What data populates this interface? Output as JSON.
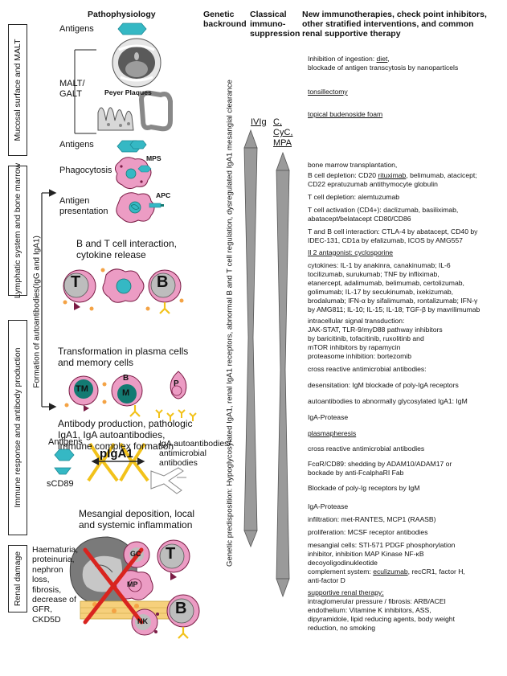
{
  "headers": {
    "pathophysiology": "Pathophysiology",
    "genetic": [
      "Genetic",
      "backround"
    ],
    "classical": [
      "Classical",
      "immuno-",
      "suppression"
    ],
    "therapy": [
      "New immunotherapies, check point inhibitors,",
      "other stratified interventions, and common",
      "renal supportive therapy"
    ]
  },
  "stages": {
    "mucosal": "Mucosal  surface and MALT",
    "lymphatic": "Lymphatic system and bone marrow",
    "immune": "Immune response and antibody production",
    "renal": "Renal damage"
  },
  "formation_label": "Formation of autoantibodies(IgG and IgA1)",
  "genetic_label": "Genetic predisposition: Hypoglycosylated IgA1, renal IgA1 receptors, abnormal B and T cell regulation, dysregulated IgA1 mesangial clearance",
  "patho": {
    "antigens_top": "Antigens",
    "malt": [
      "MALT/",
      "GALT"
    ],
    "peyer": "Peyer Plaques",
    "antigens_mid": "Antigens",
    "mps": "MPS",
    "phagocytosis": "Phagocytosis",
    "apc": "APC",
    "antigen_pres": [
      "Antigen",
      "presentation"
    ],
    "bt_interaction": [
      "B  and T cell interaction,",
      "cytokine release"
    ],
    "cell_t": "T",
    "cell_b": "B",
    "transformation": [
      "Transformation in plasma cells",
      "and memory cells"
    ],
    "cell_tm": "TM",
    "cell_bm_b": "B",
    "cell_bm_m": "M",
    "cell_p": "P",
    "antibody": [
      "Antibody production, pathologic",
      "IgA1, IgA autoantibodies,",
      "immune complex formation"
    ],
    "antigens_low": "Antigens",
    "piga1": "pIgA1",
    "scd89": "sCD89",
    "iga_auto": [
      "IgA autoantibodies/",
      "antimicrobial",
      "antibodies"
    ],
    "mesangial": [
      "Mesangial deposition, local",
      "and systemic inflammation"
    ],
    "renal_text": [
      "Haematuria,",
      "proteinuria,",
      "nephron",
      "loss,",
      "fibrosis,",
      "decrease of",
      "GFR,",
      "CKD5D"
    ],
    "gc": "GC",
    "mp": "MP",
    "nk": "NK",
    "cell_t2": "T",
    "cell_b2": "B"
  },
  "classical": {
    "ivig": "IVIg",
    "c_cyc_mpa": [
      "C,",
      "CyC,",
      "MPA"
    ]
  },
  "therapy": [
    {
      "parts": [
        {
          "t": "Inhibition of ingestion: "
        },
        {
          "t": "diet",
          "u": true
        },
        {
          "t": ","
        }
      ]
    },
    {
      "parts": [
        {
          "t": "blockade of antigen transcytosis by nanoparticels"
        }
      ]
    },
    {
      "parts": [
        {
          "t": "tonsillectomy",
          "u": true
        }
      ]
    },
    {
      "parts": [
        {
          "t": "topical budenoside foam",
          "u": true
        }
      ]
    },
    {
      "parts": [
        {
          "t": "bone marrow transplantation,"
        }
      ]
    },
    {
      "parts": [
        {
          "t": "B cell depletion: CD20 "
        },
        {
          "t": "rituximab",
          "u": true
        },
        {
          "t": ", belimumab, atacicept;"
        }
      ]
    },
    {
      "parts": [
        {
          "t": "CD22 epratuzumab  antithymocyte globulin"
        }
      ]
    },
    {
      "parts": [
        {
          "t": "T cell depletion: alemtuzumab"
        }
      ]
    },
    {
      "parts": [
        {
          "t": "T cell activation (CD4+): daclizumab, basiliximab,"
        }
      ]
    },
    {
      "parts": [
        {
          "t": "abatacept/belatacept CD80/CD86"
        }
      ]
    },
    {
      "parts": [
        {
          "t": "T and B cell interaction: CTLA-4 by abatacept, CD40 by"
        }
      ]
    },
    {
      "parts": [
        {
          "t": "IDEC-131, CD1a by efalizumab, ICOS by AMG557"
        }
      ]
    },
    {
      "parts": [
        {
          "t": "Il 2 antagonist: cyclosporine",
          "u": true
        }
      ]
    },
    {
      "parts": [
        {
          "t": "cytokines: IL-1 by anakinra, canakinumab; IL-6"
        }
      ]
    },
    {
      "parts": [
        {
          "t": "tocilizumab, surukumab; TNF by infliximab,"
        }
      ]
    },
    {
      "parts": [
        {
          "t": "etanercept, adalimumab, belimumab, certolizumab,"
        }
      ]
    },
    {
      "parts": [
        {
          "t": "golimumab; IL-17 by secukinumab, ixekizumab,"
        }
      ]
    },
    {
      "parts": [
        {
          "t": "brodalumab; IFN-α by sifalimumab, rontalizumab; IFN-γ"
        }
      ]
    },
    {
      "parts": [
        {
          "t": "by AMG811; IL-10; IL-15; IL-18; TGF-β by mavrilimumab"
        }
      ]
    },
    {
      "parts": [
        {
          "t": "intracellular signal transduction:"
        }
      ]
    },
    {
      "parts": [
        {
          "t": "JAK-STAT, TLR-9/myD88 pathway inhibitors"
        }
      ]
    },
    {
      "parts": [
        {
          "t": "by baricitinib, tofacitinib, ruxolitinb and"
        }
      ]
    },
    {
      "parts": [
        {
          "t": "mTOR inhibitors by rapamycin"
        }
      ]
    },
    {
      "parts": [
        {
          "t": "proteasome inhibition: bortezomib"
        }
      ]
    },
    {
      "parts": [
        {
          "t": "cross reactive antimicrobial antibodies:"
        }
      ]
    },
    {
      "parts": [
        {
          "t": "desensitation: IgM blockade of poly-IgA receptors"
        }
      ]
    },
    {
      "parts": [
        {
          "t": "autoantibodies to abnormally glycosylated IgA1: IgM"
        }
      ]
    },
    {
      "parts": [
        {
          "t": "IgA-Protease"
        }
      ]
    },
    {
      "parts": [
        {
          "t": "plasmapheresis",
          "u": true
        }
      ]
    },
    {
      "parts": [
        {
          "t": "cross reactive antimicrobial antibodies"
        }
      ]
    },
    {
      "parts": [
        {
          "t": "FcαR/CD89: shedding by ADAM10/ADAM17 or"
        }
      ]
    },
    {
      "parts": [
        {
          "t": "bockade by anti-FcalphaRI Fab"
        }
      ]
    },
    {
      "parts": [
        {
          "t": "Blockade of poly-Ig receptors by IgM"
        }
      ]
    },
    {
      "parts": [
        {
          "t": "IgA-Protease"
        }
      ]
    },
    {
      "parts": [
        {
          "t": "infiltration: met-RANTES, MCP1 (RAASB)"
        }
      ]
    },
    {
      "parts": [
        {
          "t": "proliferation: MCSF receptor antibodies"
        }
      ]
    },
    {
      "parts": [
        {
          "t": "mesangial cells: STI-571 PDGF phosphorylation"
        }
      ]
    },
    {
      "parts": [
        {
          "t": "inhibitor, inhibition MAP Kinase NF-κB"
        }
      ]
    },
    {
      "parts": [
        {
          "t": "decoyoligodinukleotide"
        }
      ]
    },
    {
      "parts": [
        {
          "t": "complement system: "
        },
        {
          "t": "eculizumab",
          "u": true
        },
        {
          "t": ", recCR1, factor H,"
        }
      ]
    },
    {
      "parts": [
        {
          "t": "anti-factor D"
        }
      ]
    },
    {
      "parts": [
        {
          "t": "supportive renal therapy:",
          "u": true
        }
      ]
    },
    {
      "parts": [
        {
          "t": "intraglomerular pressure / fibrosis: ARB/ACEI"
        }
      ]
    },
    {
      "parts": [
        {
          "t": "endothelium: Vitamine K inhibitors, ASS,"
        }
      ]
    },
    {
      "parts": [
        {
          "t": "dipyramidole, lipid reducing agents, body weight"
        }
      ]
    },
    {
      "parts": [
        {
          "t": "reduction, no smoking"
        }
      ]
    }
  ],
  "colors": {
    "cell_pink": "#ec9cc4",
    "cell_dark": "#7a1c45",
    "teal": "#35b8c4",
    "dark_teal": "#137a72",
    "yellow": "#f2c21a",
    "orange": "#f4a345",
    "red_cross": "#d9241f",
    "arrow_grey": "#9a9a9a"
  }
}
